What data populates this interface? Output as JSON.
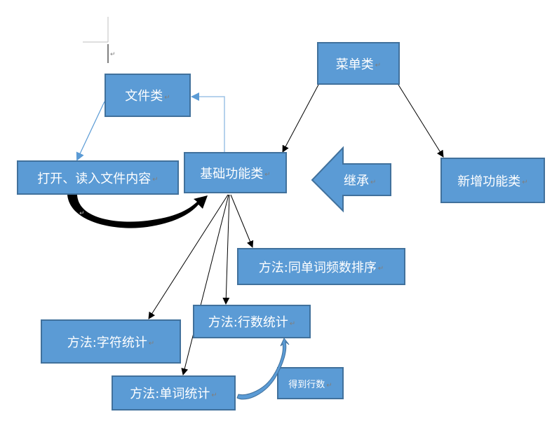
{
  "diagram": {
    "colors": {
      "node_fill": "#5b9bd5",
      "node_border": "#41719c",
      "connector_black": "#000000",
      "connector_blue": "#5b9bd5",
      "paragraph_mark": "#7f7f7f"
    },
    "paragraph_mark": "↵",
    "nodes": {
      "file_class": "文件类",
      "open_read": "打开、读入文件内容",
      "base_class": "基础功能类",
      "menu_class": "菜单类",
      "new_feature_class": "新增功能类",
      "method_sort": "方法:同单词频数排序",
      "method_char": "方法:字符统计",
      "method_line": "方法:行数统计",
      "method_word": "方法:单词统计",
      "get_line_count": "得到行数"
    },
    "inherit_arrow_label": "继承",
    "edges": [
      {
        "from": "base_class",
        "to": "file_class",
        "style": "blue-elbow"
      },
      {
        "from": "file_class",
        "to": "open_read",
        "style": "blue-line"
      },
      {
        "from": "open_read",
        "to": "base_class",
        "style": "thick-black-curve"
      },
      {
        "from": "menu_class",
        "to": "base_class",
        "style": "black-line"
      },
      {
        "from": "menu_class",
        "to": "new_feature_class",
        "style": "black-line"
      },
      {
        "from": "base_class",
        "to": "method_sort",
        "style": "black-line"
      },
      {
        "from": "base_class",
        "to": "method_line",
        "style": "black-line"
      },
      {
        "from": "base_class",
        "to": "method_char",
        "style": "black-line"
      },
      {
        "from": "base_class",
        "to": "method_word",
        "style": "black-line"
      },
      {
        "from": "method_word",
        "to": "method_line",
        "style": "blue-curve"
      }
    ]
  }
}
